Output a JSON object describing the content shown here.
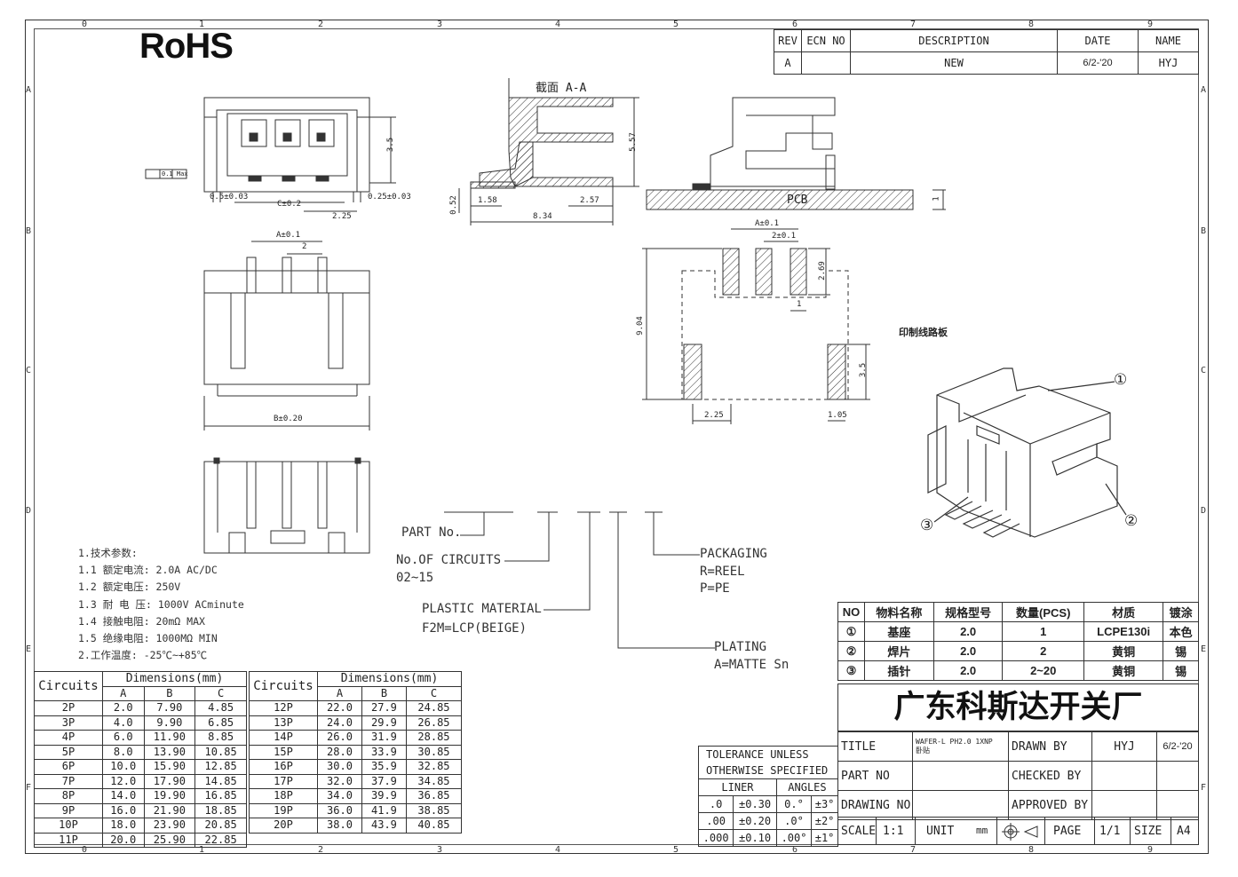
{
  "rohs": "RoHS",
  "edge_cols": [
    "0",
    "1",
    "2",
    "3",
    "4",
    "5",
    "6",
    "7",
    "8",
    "9"
  ],
  "edge_rows": [
    "A",
    "B",
    "C",
    "D",
    "E",
    "F"
  ],
  "revision": {
    "headers": [
      "REV",
      "ECN NO",
      "DESCRIPTION",
      "DATE",
      "NAME"
    ],
    "row": [
      "A",
      "",
      "NEW",
      "6/2-'20",
      "HYJ"
    ]
  },
  "views": {
    "section_label": "截面 A-A",
    "pcb_label": "PCB",
    "board_label": "印制线路板",
    "callouts": [
      "①",
      "②",
      "③"
    ],
    "dims_front": [
      "0.1 Max",
      "3.5",
      "0.5±0.03",
      "C±0.2",
      "2.25",
      "0.25±0.03"
    ],
    "dims_section": [
      "5.57",
      "0.52",
      "1.58",
      "8.34",
      "2.57"
    ],
    "dims_side": [
      "1"
    ],
    "dims_top": [
      "A±0.1",
      "2",
      "B±0.20"
    ],
    "dims_pcb": [
      "A±0.1",
      "2±0.1",
      "2.69",
      "1",
      "9.04",
      "3.5",
      "2.25",
      "1.05"
    ]
  },
  "part_no": {
    "title": "PART No.",
    "circuits": "No.OF CIRCUITS",
    "circuits_range": "02~15",
    "material": "PLASTIC MATERIAL",
    "material_value": "F2M=LCP(BEIGE)",
    "plating": "PLATING",
    "plating_value": "A=MATTE Sn",
    "packaging": "PACKAGING",
    "packaging_r": "R=REEL",
    "packaging_p": "P=PE"
  },
  "notes": [
    "1.技术参数:",
    "1.1 额定电流: 2.0A AC/DC",
    "1.2 额定电压: 250V",
    "1.3 耐 电 压: 1000V ACminute",
    "1.4 接触电阻: 20mΩ MAX",
    "1.5 绝缘电阻: 1000MΩ MIN",
    "2.工作温度: -25℃~+85℃"
  ],
  "dim_table": {
    "circuits_label": "Circuits",
    "dims_label": "Dimensions(mm)",
    "cols": [
      "A",
      "B",
      "C"
    ],
    "left": [
      [
        "2P",
        "2.0",
        "7.90",
        "4.85"
      ],
      [
        "3P",
        "4.0",
        "9.90",
        "6.85"
      ],
      [
        "4P",
        "6.0",
        "11.90",
        "8.85"
      ],
      [
        "5P",
        "8.0",
        "13.90",
        "10.85"
      ],
      [
        "6P",
        "10.0",
        "15.90",
        "12.85"
      ],
      [
        "7P",
        "12.0",
        "17.90",
        "14.85"
      ],
      [
        "8P",
        "14.0",
        "19.90",
        "16.85"
      ],
      [
        "9P",
        "16.0",
        "21.90",
        "18.85"
      ],
      [
        "10P",
        "18.0",
        "23.90",
        "20.85"
      ],
      [
        "11P",
        "20.0",
        "25.90",
        "22.85"
      ]
    ],
    "right": [
      [
        "12P",
        "22.0",
        "27.9",
        "24.85"
      ],
      [
        "13P",
        "24.0",
        "29.9",
        "26.85"
      ],
      [
        "14P",
        "26.0",
        "31.9",
        "28.85"
      ],
      [
        "15P",
        "28.0",
        "33.9",
        "30.85"
      ],
      [
        "16P",
        "30.0",
        "35.9",
        "32.85"
      ],
      [
        "17P",
        "32.0",
        "37.9",
        "34.85"
      ],
      [
        "18P",
        "34.0",
        "39.9",
        "36.85"
      ],
      [
        "19P",
        "36.0",
        "41.9",
        "38.85"
      ],
      [
        "20P",
        "38.0",
        "43.9",
        "40.85"
      ]
    ]
  },
  "bom": {
    "headers": [
      "NO",
      "物料名称",
      "规格型号",
      "数量(PCS)",
      "材质",
      "镀涂"
    ],
    "rows": [
      [
        "①",
        "基座",
        "2.0",
        "1",
        "LCPE130i",
        "本色"
      ],
      [
        "②",
        "焊片",
        "2.0",
        "2",
        "黄铜",
        "锡"
      ],
      [
        "③",
        "插针",
        "2.0",
        "2~20",
        "黄铜",
        "锡"
      ]
    ]
  },
  "company": "广东科斯达开关厂",
  "tolerance": {
    "title1": "TOLERANCE UNLESS",
    "title2": "OTHERWISE SPECIFIED",
    "liner": "LINER",
    "angles": "ANGLES",
    "rows": [
      [
        ".0",
        "±0.30",
        "0.°",
        "±3°"
      ],
      [
        ".00",
        "±0.20",
        ".0°",
        "±2°"
      ],
      [
        ".000",
        "±0.10",
        ".00°",
        "±1°"
      ]
    ]
  },
  "title_block": {
    "title_label": "TITLE",
    "title_value_1": "WAFER-L PH2.0 1XNP",
    "title_value_2": "卧贴",
    "drawn_by": "DRAWN BY",
    "drawn_name": "HYJ",
    "drawn_date": "6/2-'20",
    "part_no": "PART NO",
    "checked_by": "CHECKED BY",
    "drawing_no": "DRAWING NO",
    "approved_by": "APPROVED BY",
    "scale": "SCALE",
    "scale_value": "1:1",
    "unit": "UNIT",
    "unit_value": "mm",
    "page": "PAGE",
    "page_value": "1/1",
    "size": "SIZE",
    "size_value": "A4"
  }
}
